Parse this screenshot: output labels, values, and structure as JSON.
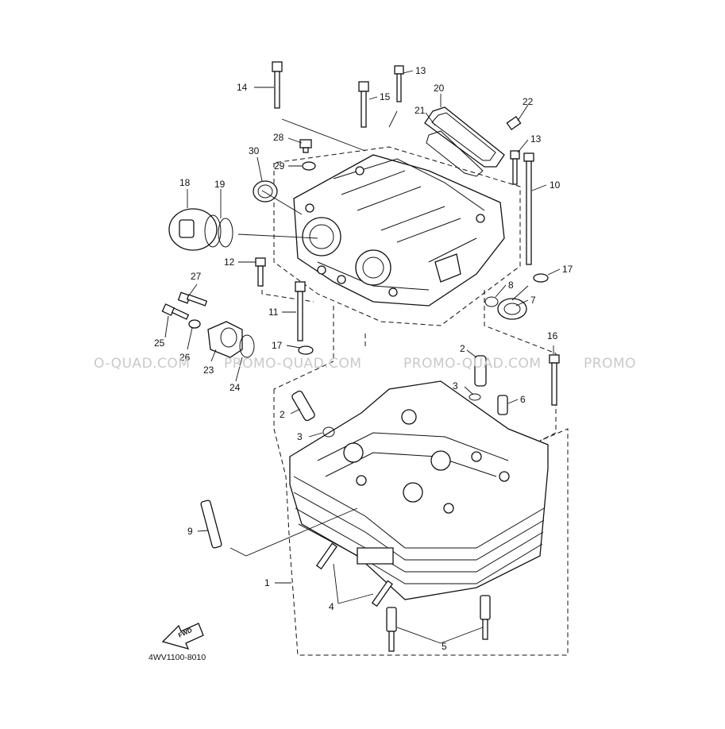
{
  "diagram": {
    "code": "4WV1100-8010",
    "fwd_label": "FWD",
    "watermarks": [
      "O-QUAD.COM",
      "PROMO-QUAD.COM",
      "PROMO-QUAD.COM",
      "PROMO"
    ],
    "callouts": [
      "1",
      "2",
      "2",
      "3",
      "3",
      "4",
      "5",
      "6",
      "7",
      "8",
      "9",
      "10",
      "11",
      "12",
      "13",
      "13",
      "14",
      "15",
      "16",
      "17",
      "17",
      "18",
      "19",
      "20",
      "21",
      "22",
      "23",
      "24",
      "25",
      "26",
      "27",
      "28",
      "29",
      "30"
    ]
  }
}
